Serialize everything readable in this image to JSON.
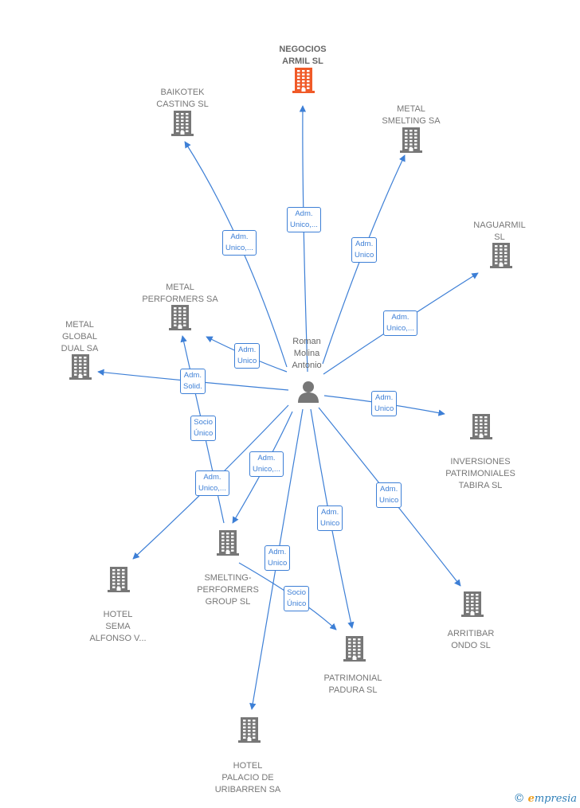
{
  "person": {
    "name": "Roman\nMolina\nAntonio"
  },
  "colors": {
    "edge": "#3d7fd6",
    "building": "#777777",
    "focus_building": "#f05a28",
    "person": "#777777"
  },
  "companies": [
    {
      "id": "negocios",
      "name": "NEGOCIOS\nARMIL  SL",
      "focus": true
    },
    {
      "id": "baikotek",
      "name": "BAIKOTEK\nCASTING  SL"
    },
    {
      "id": "metalsmelting",
      "name": "METAL\nSMELTING SA"
    },
    {
      "id": "naguarmil",
      "name": "NAGUARMIL\nSL"
    },
    {
      "id": "metalperformers",
      "name": "METAL\nPERFORMERS SA"
    },
    {
      "id": "metalglobal",
      "name": "METAL\nGLOBAL\nDUAL SA"
    },
    {
      "id": "inversiones",
      "name": "INVERSIONES\nPATRIMONIALES\nTABIRA  SL"
    },
    {
      "id": "smelting",
      "name": "SMELTING-\nPERFORMERS\nGROUP  SL"
    },
    {
      "id": "hotelsema",
      "name": "HOTEL\nSEMA\nALFONSO V..."
    },
    {
      "id": "arritibar",
      "name": "ARRITIBAR\nONDO SL"
    },
    {
      "id": "patrimonial",
      "name": "PATRIMONIAL\nPADURA  SL"
    },
    {
      "id": "hotelpalacio",
      "name": "HOTEL\nPALACIO DE\nURIBARREN SA"
    }
  ],
  "edges": [
    {
      "to": "negocios",
      "label": "Adm.\nUnico,..."
    },
    {
      "to": "baikotek",
      "label": "Adm.\nUnico,..."
    },
    {
      "to": "metalsmelting",
      "label": "Adm.\nUnico"
    },
    {
      "to": "naguarmil",
      "label": "Adm.\nUnico,..."
    },
    {
      "to": "metalperformers",
      "label": "Adm.\nUnico"
    },
    {
      "to": "metalglobal",
      "label": "Adm.\nSolid."
    },
    {
      "to": "inversiones",
      "label": "Adm.\nUnico"
    },
    {
      "to": "smelting",
      "label": "Adm.\nUnico,..."
    },
    {
      "to": "hotelsema",
      "label": "Adm.\nUnico,..."
    },
    {
      "to": "arritibar",
      "label": "Adm.\nUnico"
    },
    {
      "to": "patrimonial",
      "label": "Adm.\nUnico"
    },
    {
      "to": "hotelpalacio",
      "label": "Adm.\nUnico"
    },
    {
      "from": "smelting",
      "to": "metalperformers",
      "label": "Socio\nÚnico"
    },
    {
      "from": "smelting",
      "to": "patrimonial",
      "label": "Socio\nÚnico"
    }
  ],
  "brand": {
    "copyright": "©",
    "name": "mpresia",
    "initial": "e"
  }
}
